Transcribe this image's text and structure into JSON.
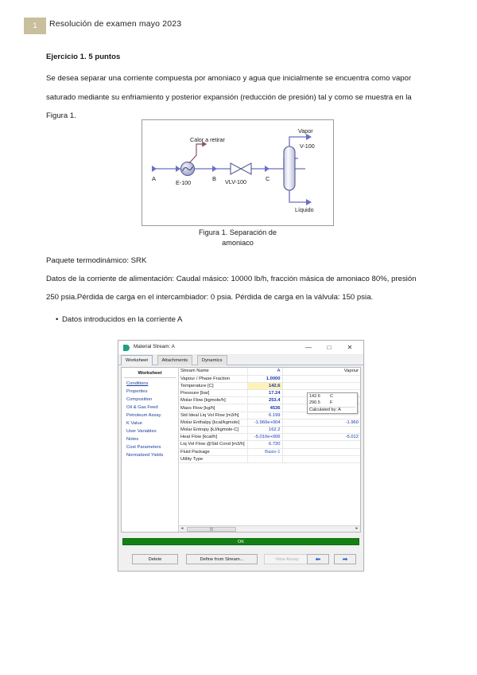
{
  "document": {
    "page_number": "1",
    "title": "Resolución de examen mayo 2023",
    "exercise_heading": "Ejercicio 1. 5 puntos",
    "paragraph_line1": "Se desea separar una corriente compuesta por amoniaco y agua que inicialmente se encuentra como vapor",
    "paragraph_line2": "saturado mediante su enfriamiento y posterior expansión (reducción de presión) tal y como se muestra en la",
    "paragraph_line3": "Figura 1.",
    "figure_caption_line1": "Figura 1. Separación de",
    "figure_caption_line2": "amoniaco",
    "thermo_package": "Paquete termodinámico: SRK",
    "feed_data_line1": "Datos de la corriente de alimentación: Caudal másico: 10000 lb/h, fracción másica de amoniaco 80%, presión",
    "feed_data_line2": "250 psia.Pérdida de carga en el intercambiador: 0 psia. Pérdida de carga en la válvula: 150 psia.",
    "bullet_dot": "•",
    "bullet_text": "Datos introducidos en la corriente A"
  },
  "figure": {
    "labels": {
      "stream_a": "A",
      "stream_b": "B",
      "stream_c": "C",
      "heat_stream": "Calor a retirar",
      "exchanger": "E-100",
      "valve": "VLV-100",
      "vessel": "V-100",
      "vapor_out": "Vapor",
      "liquid_out": "Líquido"
    },
    "colors": {
      "material_stream": "#6b6fc4",
      "energy_stream": "#8d4f6a",
      "equipment_outline": "#555a99",
      "border": "#9a9a9a"
    }
  },
  "hysys_window": {
    "title": "Material Stream: A",
    "title_icon": "stream-icon",
    "window_buttons": {
      "minimize": "—",
      "maximize": "□",
      "close": "✕"
    },
    "tabs": [
      {
        "label": "Worksheet",
        "active": true
      },
      {
        "label": "Attachments",
        "active": false
      },
      {
        "label": "Dynamics",
        "active": false
      }
    ],
    "sidebar": {
      "header": "Worksheet",
      "items": [
        {
          "label": "Conditions",
          "active": true
        },
        {
          "label": "Properties",
          "active": false
        },
        {
          "label": "Composition",
          "active": false
        },
        {
          "label": "Oil & Gas Feed",
          "active": false
        },
        {
          "label": "Petroleum Assay",
          "active": false
        },
        {
          "label": "K Value",
          "active": false
        },
        {
          "label": "User Variables",
          "active": false
        },
        {
          "label": "Notes",
          "active": false
        },
        {
          "label": "Cost Parameters",
          "active": false
        },
        {
          "label": "Normalized Yields",
          "active": false
        }
      ]
    },
    "grid": {
      "column_headers": [
        "Stream Name",
        "A",
        "Vapour"
      ],
      "rows": [
        {
          "label": "Vapour / Phase Fraction",
          "value": "1.0000",
          "value2": "",
          "highlight": false,
          "link": false
        },
        {
          "label": "Temperature [C]",
          "value": "142.6",
          "value2": "",
          "highlight": true,
          "link": false
        },
        {
          "label": "Pressure [bar]",
          "value": "17.24",
          "value2": "",
          "highlight": false,
          "link": false
        },
        {
          "label": "Molar Flow [kgmole/h]",
          "value": "253.4",
          "value2": "",
          "highlight": false,
          "link": false
        },
        {
          "label": "Mass Flow [kg/h]",
          "value": "4536",
          "value2": "",
          "highlight": false,
          "link": false
        },
        {
          "label": "Std Ideal Liq Vol Flow [m3/h]",
          "value": "6.199",
          "value2": "",
          "highlight": false,
          "link": false
        },
        {
          "label": "Molar Enthalpy [kcal/kgmole]",
          "value": "-1.960e+004",
          "value2": "-1.960",
          "highlight": false,
          "link": false
        },
        {
          "label": "Molar Entropy [kJ/kgmole-C]",
          "value": "162.2",
          "value2": "",
          "highlight": false,
          "link": false
        },
        {
          "label": "Heat Flow [kcal/h]",
          "value": "-5.010e+006",
          "value2": "-5.012",
          "highlight": false,
          "link": false
        },
        {
          "label": "Liq Vol Flow @Std Cond [m3/h]",
          "value": "6.720",
          "value2": "",
          "highlight": false,
          "link": false
        },
        {
          "label": "Fluid Package",
          "value": "Basis-1",
          "value2": "",
          "highlight": false,
          "link": true
        },
        {
          "label": "Utility Type",
          "value": "",
          "value2": "",
          "highlight": false,
          "link": false
        }
      ]
    },
    "tooltip": {
      "rows": [
        {
          "value": "142.6",
          "unit": "C"
        },
        {
          "value": "290.5",
          "unit": "F"
        }
      ],
      "footer": "Calculated by: A"
    },
    "hscroll": {
      "left_arrow": "◄",
      "right_arrow": "►",
      "thumb_glyph": "▥"
    },
    "status": {
      "text": "OK",
      "color": "#148014"
    },
    "buttons": {
      "delete": "Delete",
      "define_from_stream": "Define from Stream...",
      "view_assay": "View Assay",
      "prev": "⬅",
      "next": "➡"
    }
  }
}
